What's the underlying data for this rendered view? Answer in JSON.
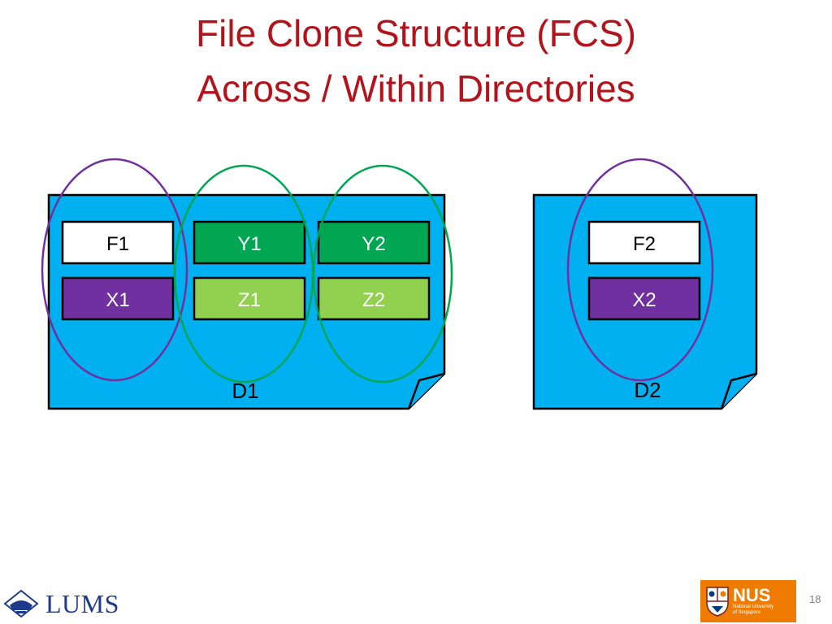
{
  "title": {
    "line1": "File Clone Structure (FCS)",
    "line2": "Across / Within Directories"
  },
  "directories": [
    {
      "label": "D1",
      "files": [
        {
          "label": "F1",
          "fill": "#ffffff",
          "text_color": "#000000"
        },
        {
          "label": "Y1",
          "fill": "#00a651",
          "text_color": "#ffffff"
        },
        {
          "label": "Y2",
          "fill": "#00a651",
          "text_color": "#ffffff"
        },
        {
          "label": "X1",
          "fill": "#7030a0",
          "text_color": "#ffffff"
        },
        {
          "label": "Z1",
          "fill": "#92d050",
          "text_color": "#ffffff"
        },
        {
          "label": "Z2",
          "fill": "#92d050",
          "text_color": "#ffffff"
        }
      ]
    },
    {
      "label": "D2",
      "files": [
        {
          "label": "F2",
          "fill": "#ffffff",
          "text_color": "#000000"
        },
        {
          "label": "X2",
          "fill": "#7030a0",
          "text_color": "#ffffff"
        }
      ]
    }
  ],
  "colors": {
    "title": "#b3141c",
    "directory_fill": "#00b0f0",
    "outline": "#000000",
    "purple_group": "#7030a0",
    "green_group": "#00a651"
  },
  "footer": {
    "left_logo_text": "LUMS",
    "right_logo_text": "NUS",
    "right_logo_subtext_1": "National University",
    "right_logo_subtext_2": "of Singapore",
    "page_number": "18"
  }
}
